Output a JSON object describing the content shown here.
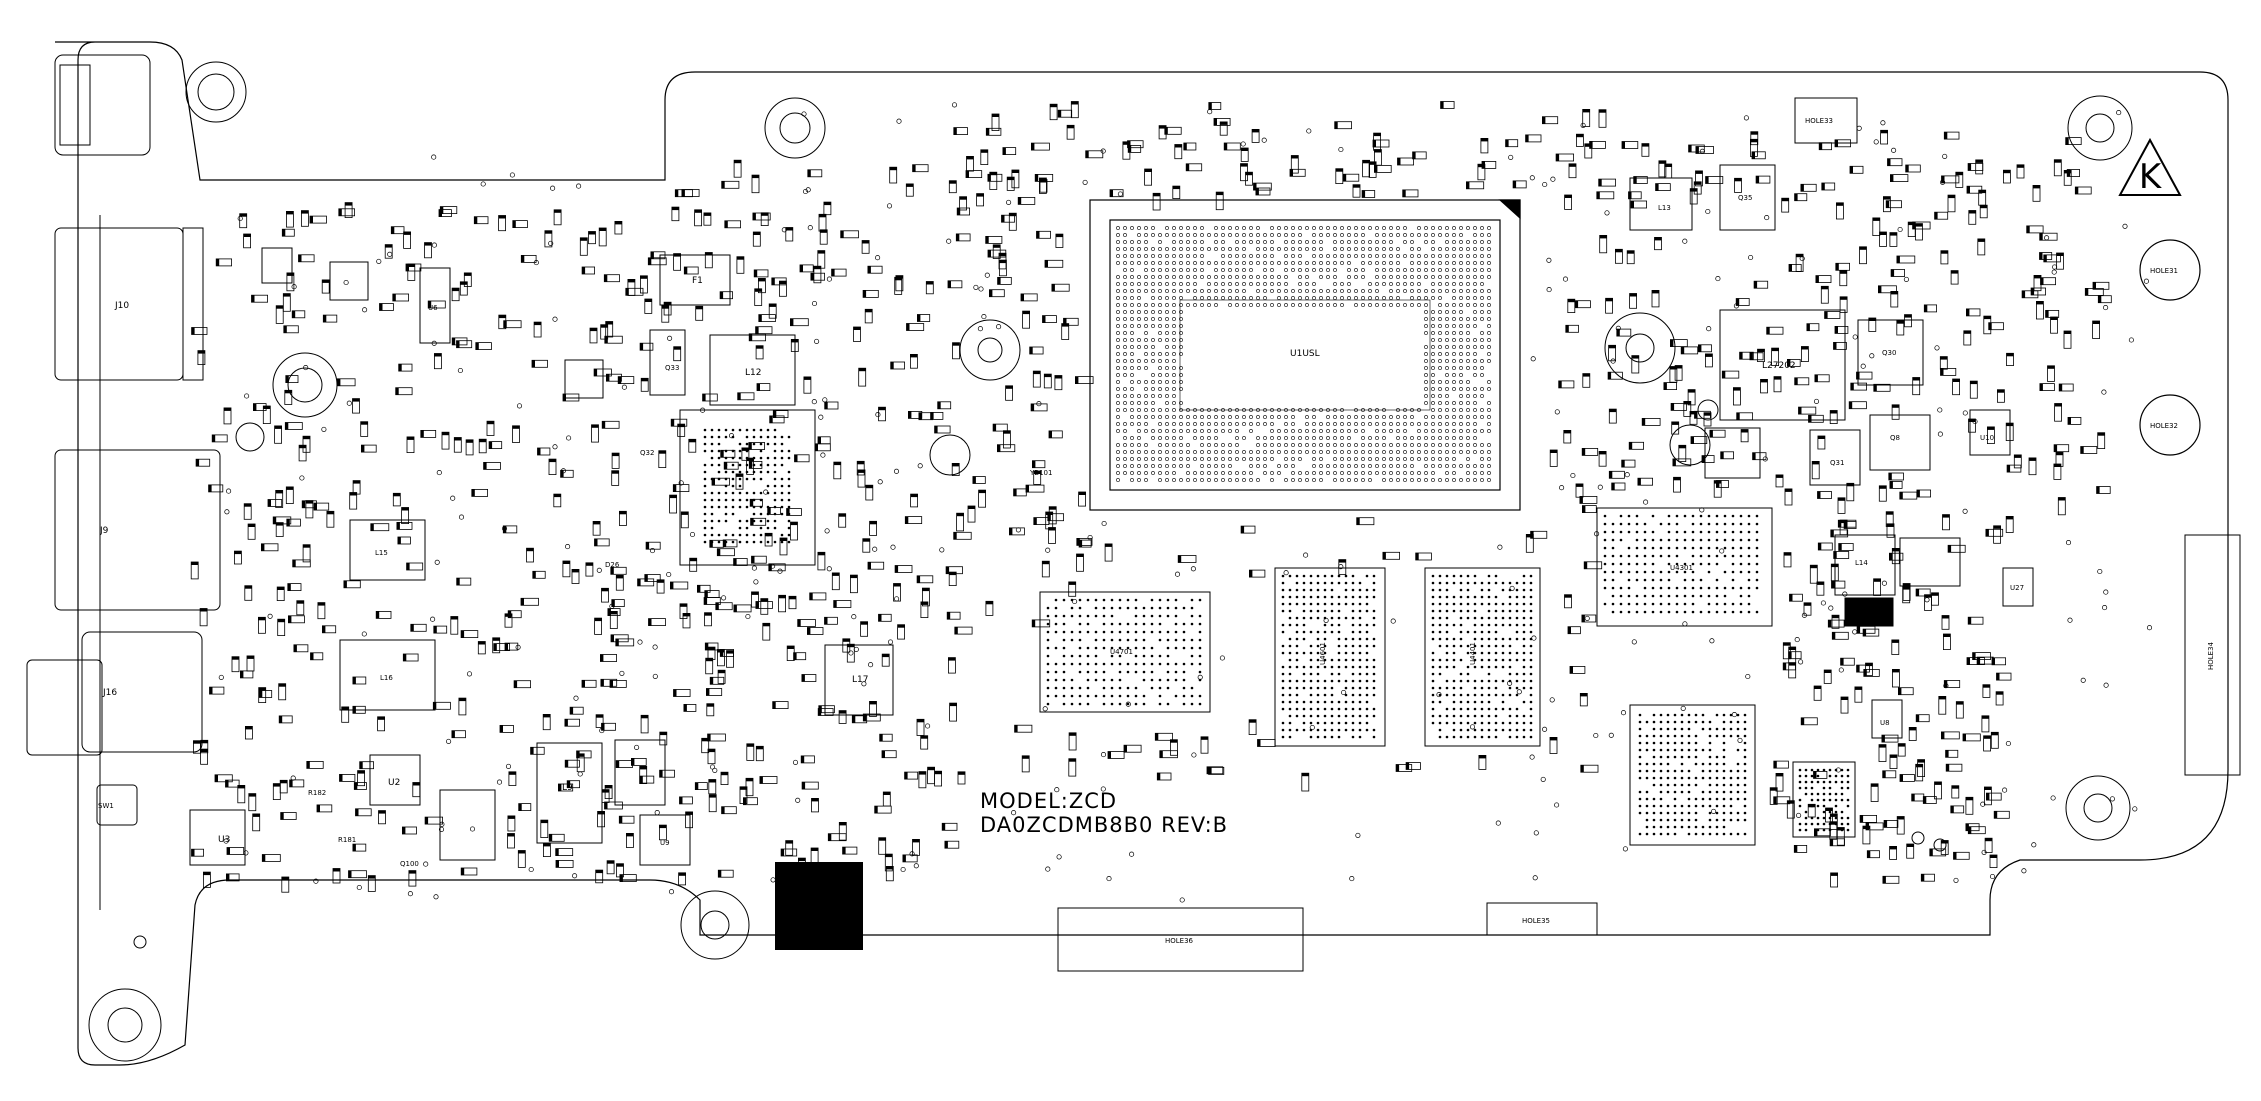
{
  "board": {
    "model_line": "MODEL:ZCD",
    "part_line": "DA0ZCDMB8B0 REV:B",
    "logo_letter": "K",
    "ink_color": "#000000",
    "background_color": "#ffffff"
  },
  "connectors": {
    "j10": "J10",
    "j9": "J9",
    "j16": "J16",
    "sw1": "SW1"
  },
  "chips": {
    "cpu": "U1USL",
    "u4701": "U4701",
    "u4601": "U4601",
    "u4401": "U4401",
    "u4301": "U4301",
    "u3": "U3",
    "u2": "U2",
    "u9": "U9",
    "u10": "U10",
    "u27": "U27",
    "u6": "U6",
    "u8": "U8"
  },
  "inductors": {
    "l12": "L12",
    "l13": "L13",
    "l15": "L15",
    "l16": "L16",
    "l17": "L17",
    "l9": "L9",
    "l14": "L14",
    "l27202": "L27202",
    "f1": "F1"
  },
  "transistors": {
    "q30": "Q30",
    "q31": "Q31",
    "q32": "Q32",
    "q33": "Q33",
    "q35": "Q35",
    "q8": "Q8"
  },
  "holes": {
    "hole31": "HOLE31",
    "hole32": "HOLE32",
    "hole33": "HOLE33",
    "hole34": "HOLE34",
    "hole35": "HOLE35",
    "hole36": "HOLE36"
  },
  "misc_labels": {
    "yb101": "YB101",
    "r182": "R182",
    "r181": "R181",
    "q100": "Q100",
    "d26": "D26"
  }
}
